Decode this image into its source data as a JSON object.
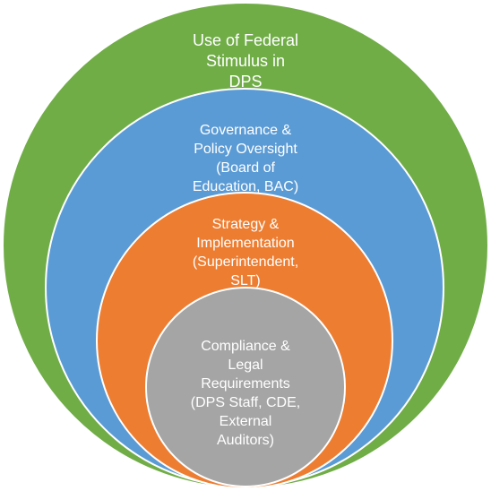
{
  "diagram": {
    "layers": [
      {
        "lines": [
          "Use of Federal",
          "Stimulus in",
          "DPS"
        ],
        "color": "#70ad47"
      },
      {
        "lines": [
          "Governance &",
          "Policy Oversight",
          "(Board of",
          "Education, BAC)"
        ],
        "color": "#5b9bd5"
      },
      {
        "lines": [
          "Strategy &",
          "Implementation",
          "(Superintendent,",
          "SLT)"
        ],
        "color": "#ed7d31"
      },
      {
        "lines": [
          "Compliance &",
          "Legal",
          "Requirements",
          "(DPS Staff, CDE,",
          "External",
          "Auditors)"
        ],
        "color": "#a5a5a5"
      }
    ]
  }
}
